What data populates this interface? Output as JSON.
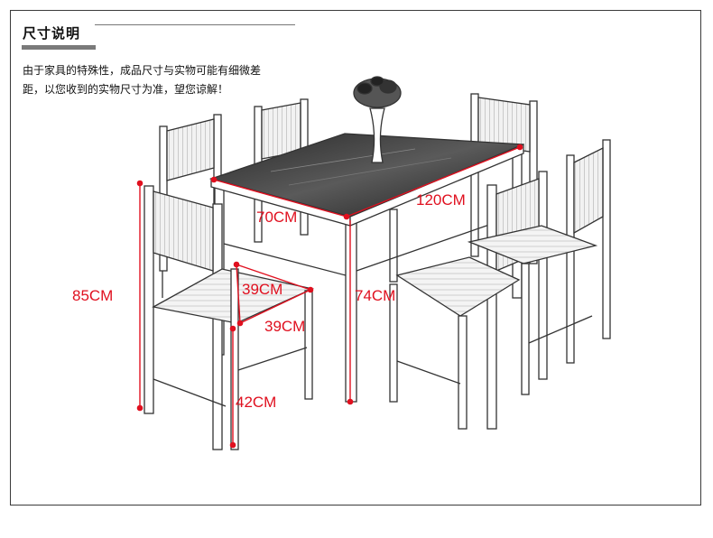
{
  "header": {
    "title": "尺寸说明"
  },
  "note": {
    "line1": "由于家具的特殊性，成品尺寸与实物可能有细微差",
    "line2": "距，以您收到的实物尺寸为准，望您谅解！"
  },
  "dimensions": {
    "table_length": "120CM",
    "table_width": "70CM",
    "table_height": "74CM",
    "chair_height": "85CM",
    "seat_depth": "39CM",
    "seat_width": "39CM",
    "seat_height": "42CM"
  },
  "colors": {
    "dimension": "#e0101f",
    "line_art": "#333333",
    "wood_grain": "#9a9a9a"
  }
}
